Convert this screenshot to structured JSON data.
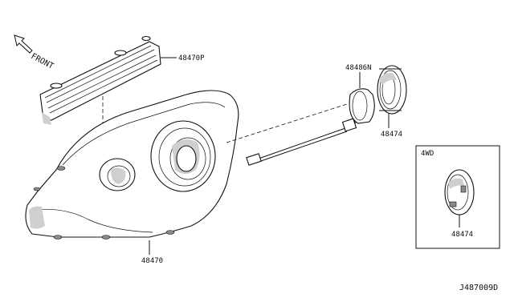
{
  "diagram": {
    "front_label": "FRONT",
    "callouts": {
      "upper_cover": "48470P",
      "main_cover": "48470",
      "ring_bezel": "48486N",
      "ring_socket": "48474",
      "inset_ring": "48474"
    },
    "inset_title": "4WD",
    "diagram_code": "J487009D"
  }
}
